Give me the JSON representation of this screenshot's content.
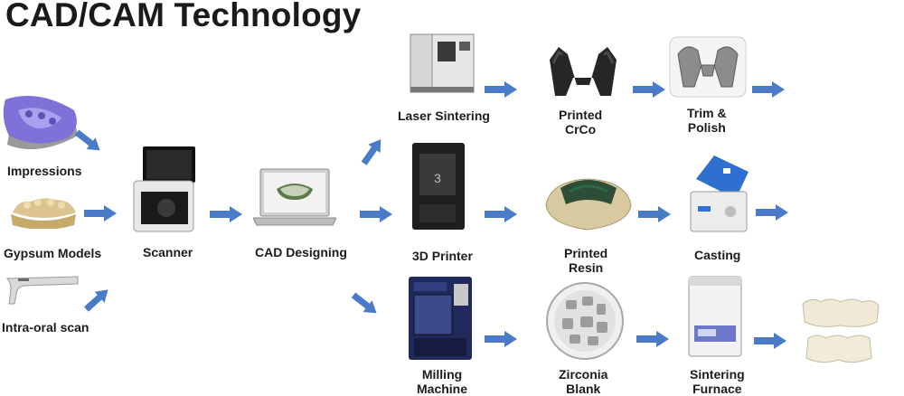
{
  "title": "CAD/CAM Technology",
  "colors": {
    "arrow": "#4a7bc8",
    "text": "#1c1c1c",
    "background": "#ffffff"
  },
  "inputs": [
    {
      "label": "Impressions",
      "icon": "dental-impression-tray-image"
    },
    {
      "label": "Gypsum Models",
      "icon": "gypsum-model-image"
    },
    {
      "label": "Intra-oral scan",
      "icon": "intraoral-scanner-wand-image"
    }
  ],
  "scanner": {
    "label": "Scanner",
    "icon": "desktop-scanner-image"
  },
  "cad": {
    "label": "CAD Designing",
    "icon": "laptop-cad-image"
  },
  "routes": [
    {
      "machine": {
        "lines": [
          "Laser Sintering"
        ],
        "icon": "laser-sintering-machine-image"
      },
      "intermediate": {
        "lines": [
          "Printed",
          "CrCo"
        ],
        "icon": "printed-crco-framework-image"
      },
      "finish": {
        "lines": [
          "Trim &",
          "Polish"
        ],
        "icon": "polished-metal-framework-image"
      }
    },
    {
      "machine": {
        "lines": [
          "3D Printer"
        ],
        "icon": "3d-printer-image"
      },
      "intermediate": {
        "lines": [
          "Printed",
          "Resin"
        ],
        "icon": "printed-resin-framework-image"
      },
      "finish": {
        "lines": [
          "Casting"
        ],
        "icon": "casting-machine-image"
      }
    },
    {
      "machine": {
        "lines": [
          "Milling",
          "Machine"
        ],
        "icon": "milling-machine-image"
      },
      "intermediate": {
        "lines": [
          "Zirconia",
          "Blank"
        ],
        "icon": "zirconia-blank-disc-image"
      },
      "finish": {
        "lines": [
          "Sintering",
          "Furnace"
        ],
        "icon": "sintering-furnace-image"
      }
    }
  ],
  "result": {
    "icon": "zirconia-bridges-image"
  }
}
